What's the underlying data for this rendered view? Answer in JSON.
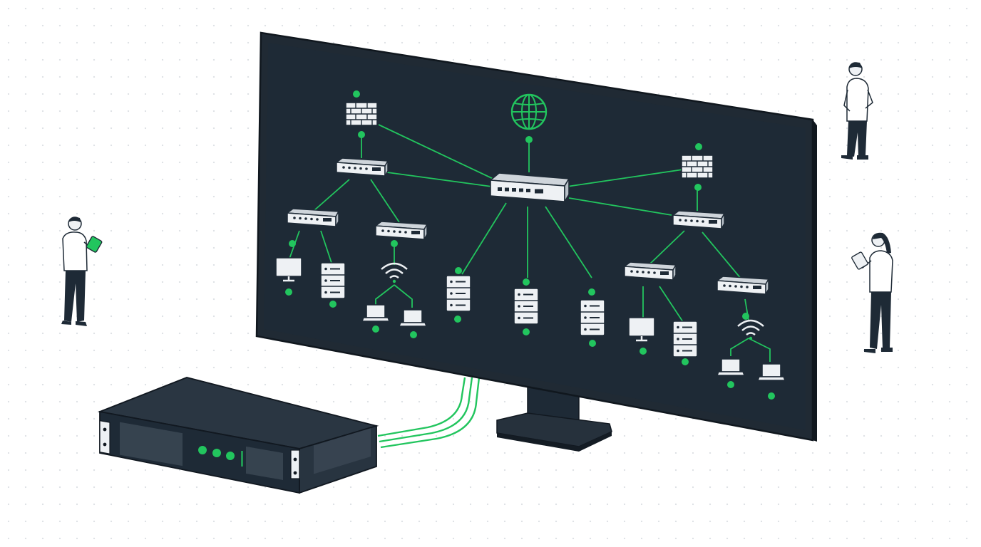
{
  "scene": {
    "description_label": "",
    "colors": {
      "background": "#ffffff",
      "dot_grid": "#dde1e5",
      "screen": "#1e2a36",
      "bezel": "#2a3440",
      "accent_green": "#22c55e",
      "ink": "#1e2a36",
      "device_fill": "#eef1f4"
    },
    "monitor": {
      "name": "network-topology-display",
      "topology": {
        "core_switch": "switch",
        "internet": "globe-icon",
        "left_branch": {
          "firewall": "firewall-icon",
          "switch": "switch",
          "sub_switches": [
            {
              "devices": [
                "monitor-icon",
                "server-rack-icon"
              ]
            },
            {
              "access_point": "wifi-icon",
              "devices": [
                "laptop-icon",
                "laptop-icon"
              ]
            }
          ]
        },
        "center_servers": [
          "server-rack-icon",
          "server-rack-icon",
          "server-rack-icon"
        ],
        "right_branch": {
          "firewall": "firewall-icon",
          "switch": "switch",
          "sub_switches": [
            {
              "devices": [
                "monitor-icon",
                "server-rack-icon"
              ]
            },
            {
              "access_point": "wifi-icon",
              "devices": [
                "laptop-icon",
                "laptop-icon"
              ]
            }
          ]
        }
      }
    },
    "rack_server": {
      "status_leds": 3,
      "cables": 3
    },
    "people": [
      {
        "name": "person-left-with-tablet"
      },
      {
        "name": "person-top-right-hands-on-hips"
      },
      {
        "name": "person-right-with-tablet"
      }
    ]
  }
}
